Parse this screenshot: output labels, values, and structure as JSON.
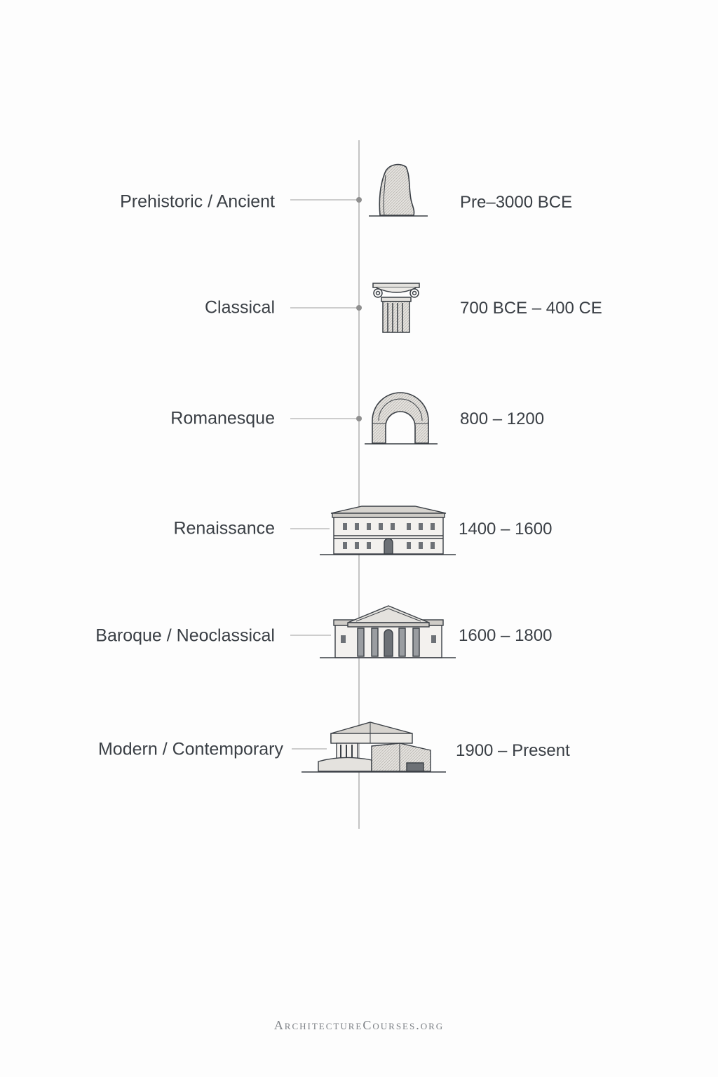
{
  "colors": {
    "line": "#c4c4c4",
    "dot": "#8f8f8f",
    "ink": "#3a3f45",
    "fill_light": "#eceae6",
    "fill_mid": "#cfccc7",
    "fill_dark": "#6d7176"
  },
  "eras": [
    {
      "label": "Prehistoric / Ancient",
      "dates": "Pre–3000 BCE",
      "icon": "standing-stone-icon"
    },
    {
      "label": "Classical",
      "dates": "700 BCE – 400 CE",
      "icon": "ionic-column-icon"
    },
    {
      "label": "Romanesque",
      "dates": "800 – 1200",
      "icon": "round-arch-icon"
    },
    {
      "label": "Renaissance",
      "dates": "1400 – 1600",
      "icon": "palazzo-icon"
    },
    {
      "label": "Baroque / Neoclassical",
      "dates": "1600 – 1800",
      "icon": "portico-temple-icon"
    },
    {
      "label": "Modern / Contemporary",
      "dates": "1900 – Present",
      "icon": "modern-house-icon"
    }
  ],
  "footer": {
    "text": "ArchitectureCourses.org"
  }
}
